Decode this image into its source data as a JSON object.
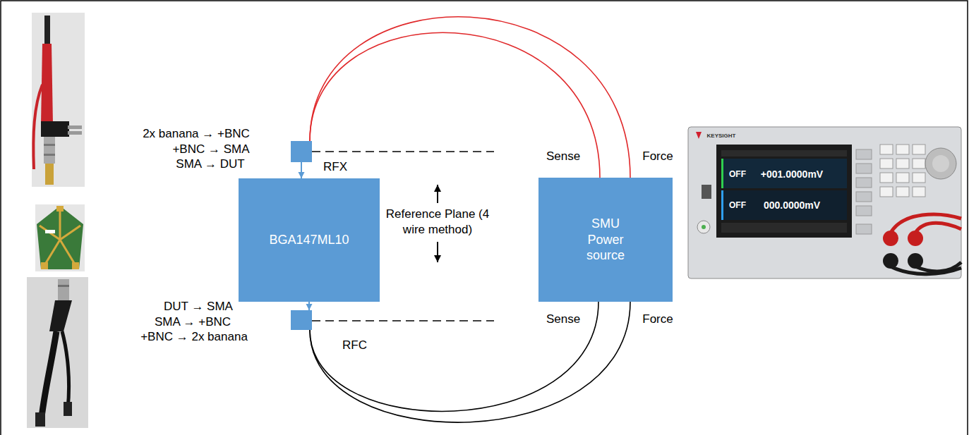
{
  "diagram": {
    "nodes": [
      {
        "text": [
          "RFX"
        ]
      },
      {
        "text": [
          "BGA147ML10"
        ]
      },
      {
        "text": [
          "RFC"
        ]
      },
      {
        "text": [
          "SMU Power source"
        ]
      }
    ],
    "edges": [
      {
        "from": 0,
        "to": 1,
        "arrow": "to"
      },
      {
        "from": 1,
        "to": 2,
        "arrow": "to"
      },
      {
        "from": 0,
        "to": 3,
        "arrow": "none"
      },
      {
        "from": 0,
        "to": 3,
        "arrow": "none"
      },
      {
        "from": 2,
        "to": 3,
        "arrow": "none"
      },
      {
        "from": 2,
        "to": 3,
        "arrow": "none"
      }
    ],
    "labels": [
      "2x banana → +BNC",
      "+BNC → SMA",
      "SMA → DUT",
      "DUT → SMA",
      "SMA → +BNC",
      "+BNC → 2x banana",
      "Reference Plane (4 wire method)",
      "Sense",
      "Force",
      "Sense",
      "Force",
      "KEYSIGHT",
      "OFF",
      "+001.0000mV",
      "OFF",
      "000.0000mV"
    ]
  }
}
